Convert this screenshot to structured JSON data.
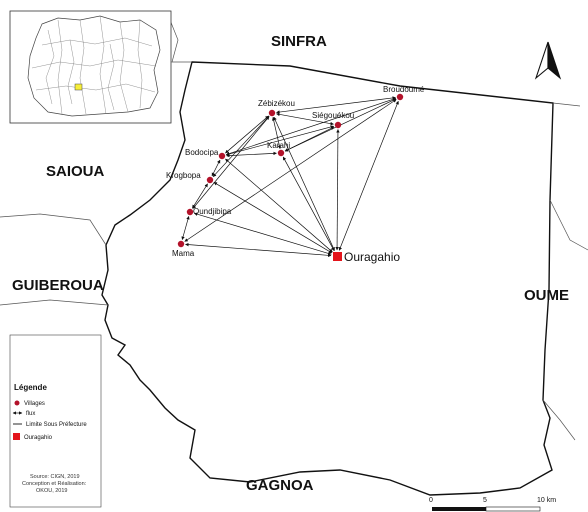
{
  "regions": {
    "north": "SINFRA",
    "west": "SAIOUA",
    "southwest": "GUIBEROUA",
    "east": "OUME",
    "south": "GAGNOA"
  },
  "main_town": {
    "name": "Ouragahio",
    "color": "#e3141b"
  },
  "villages": [
    {
      "id": "zebizekou",
      "name": "Zébizékou"
    },
    {
      "id": "broudoume",
      "name": "Broudoumé"
    },
    {
      "id": "siegouekou",
      "name": "Siégouékou"
    },
    {
      "id": "karahi",
      "name": "Karahi"
    },
    {
      "id": "bodocipa",
      "name": "Bodocipa"
    },
    {
      "id": "krogbopa",
      "name": "Krogbopa"
    },
    {
      "id": "oundjibipa",
      "name": "Oundjibipa"
    },
    {
      "id": "mama",
      "name": "Mama"
    }
  ],
  "village_color": "#b3122a",
  "legend": {
    "title": "Légende",
    "items": [
      {
        "label": "Villages"
      },
      {
        "label": "flux"
      },
      {
        "label": "Limite Sous Préfecture"
      },
      {
        "label": "Ouragahio"
      }
    ]
  },
  "source": {
    "line1": "Source: CIGN, 2019",
    "line2": "Conception et Réalisation:",
    "line3": "OKOU, 2019"
  },
  "scale": {
    "labels": [
      "0",
      "5",
      "10 km"
    ]
  },
  "north_arrow": {
    "icon": "north-arrow-icon"
  }
}
